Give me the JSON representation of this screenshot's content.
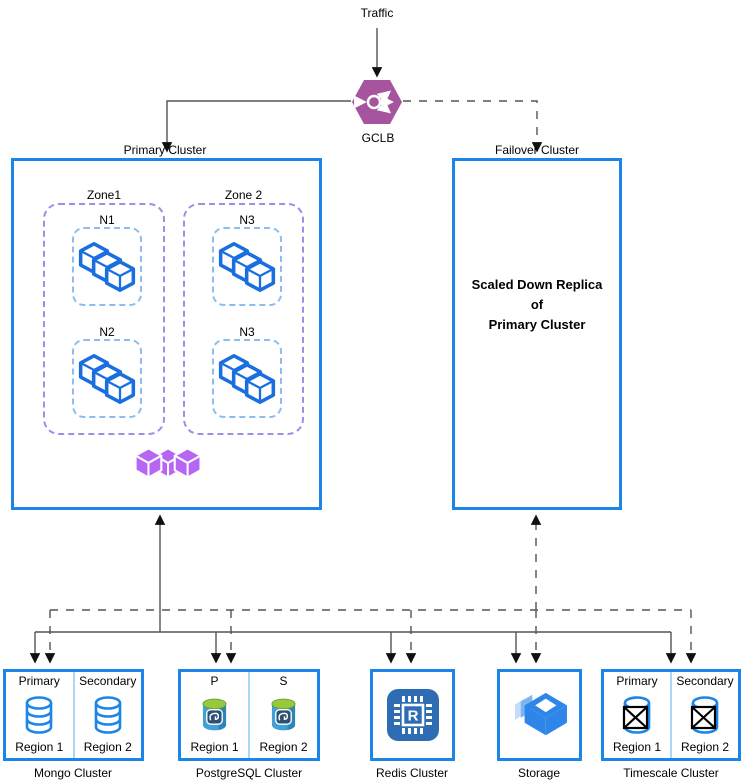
{
  "colors": {
    "cluster_border": "#1b85e8",
    "zone_dashed_purple": "#a18ce8",
    "node_dashed_blue": "#8cbcf0",
    "workload_cube_blue": "#1a6fe0",
    "cluster_hexagon_purple": "#b666f2",
    "gclb_hexagon_purple": "#a6549e",
    "storage_blue": "#2e86e8",
    "redis_chip_blue": "#2e6db4",
    "postgres_green": "#97c93e",
    "postgres_body_blue": "#42a0d6",
    "connector_gray": "#545454"
  },
  "top": {
    "traffic": "Traffic",
    "gclb": "GCLB"
  },
  "primary_cluster": {
    "label": "Primary Cluster",
    "zone1": {
      "label": "Zone1",
      "nodes": [
        {
          "label": "N1"
        },
        {
          "label": "N2"
        }
      ]
    },
    "zone2": {
      "label": "Zone 2",
      "nodes": [
        {
          "label": "N3"
        },
        {
          "label": "N3"
        }
      ]
    }
  },
  "failover_cluster": {
    "label": "Failover Cluster",
    "body": [
      "Scaled Down Replica",
      "of",
      "Primary Cluster"
    ]
  },
  "bottom": {
    "mongo": {
      "title": "Mongo Cluster",
      "left": "Primary",
      "right": "Secondary",
      "left_region": "Region 1",
      "right_region": "Region 2"
    },
    "postgres": {
      "title": "PostgreSQL Cluster",
      "left": "P",
      "right": "S",
      "left_region": "Region 1",
      "right_region": "Region 2"
    },
    "redis": {
      "title": "Redis Cluster",
      "glyph": "R"
    },
    "storage": {
      "title": "Storage"
    },
    "timescale": {
      "title": "Timescale Cluster",
      "left": "Primary",
      "right": "Secondary",
      "left_region": "Region 1",
      "right_region": "Region 2"
    }
  }
}
